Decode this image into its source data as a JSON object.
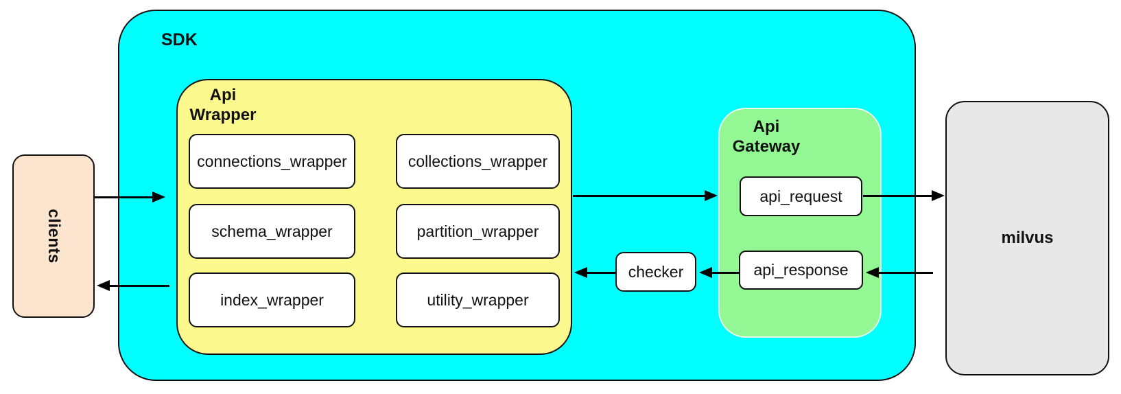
{
  "containers": {
    "sdk": {
      "label": "SDK"
    },
    "api_wrapper": {
      "lines": [
        "Api",
        "Wrapper"
      ]
    },
    "api_gateway": {
      "lines": [
        "Api",
        "Gateway"
      ]
    }
  },
  "nodes": {
    "clients": "clients",
    "milvus": "milvus",
    "checker": "checker",
    "api_request": "api_request",
    "api_response": "api_response"
  },
  "wrappers": [
    {
      "label": "connections_wrapper"
    },
    {
      "label": "collections_wrapper"
    },
    {
      "label": "schema_wrapper"
    },
    {
      "label": "partition_wrapper"
    },
    {
      "label": "index_wrapper"
    },
    {
      "label": "utility_wrapper"
    }
  ],
  "colors": {
    "sdk_fill": "#00ffff",
    "api_wrapper_fill": "#fbf88e",
    "api_gateway_fill": "#93f793",
    "clients_fill": "#fbe5ce",
    "milvus_fill": "#e8e8e8",
    "node_fill": "#ffffff",
    "border": "#101010",
    "arrow": "#000000"
  }
}
